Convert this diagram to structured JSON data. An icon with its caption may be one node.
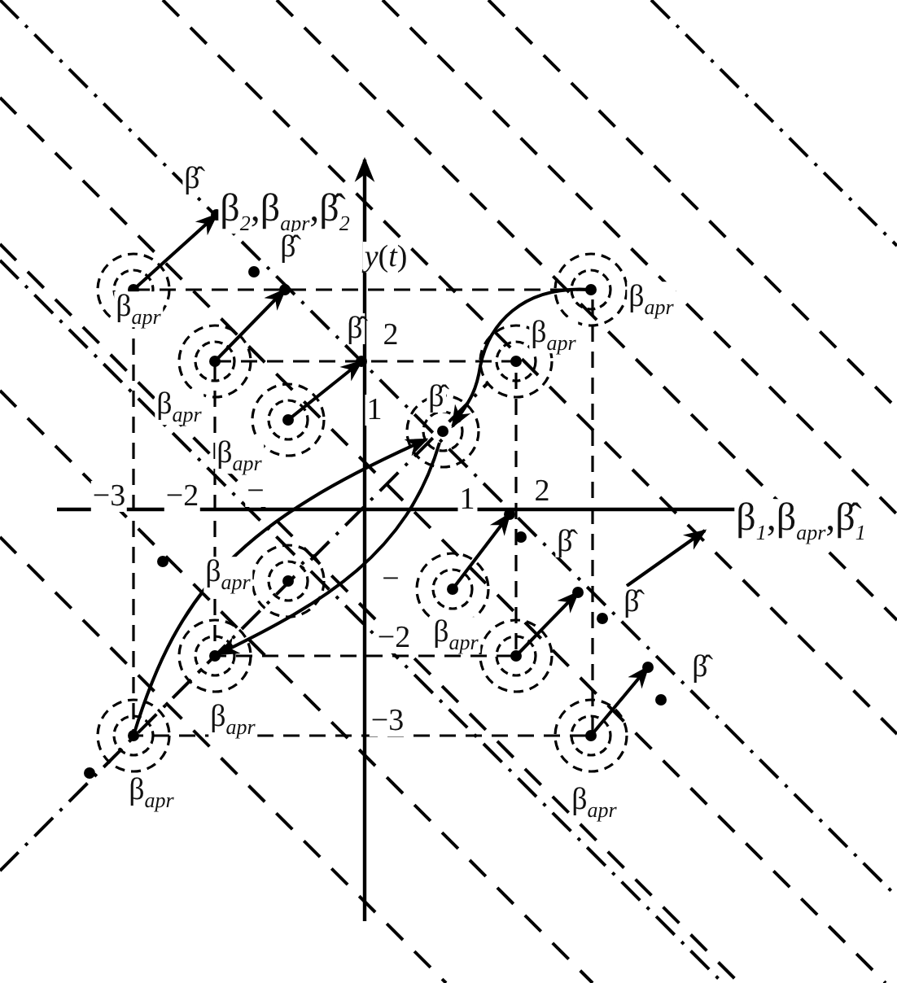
{
  "diagram": {
    "labels": [
      "β$_{2}$,β$_{apr}$,β̂$_{2}$",
      "β̂",
      "*y*(*t*)",
      "β̂",
      "β$_{apr}$",
      "β$_{apr}$",
      "β̂",
      "2",
      "β$_{apr}$",
      "1",
      "β̂",
      "β$_{apr}$",
      "β$_{apr}$",
      "−3",
      "−2",
      "−",
      "1",
      "2",
      "β$_{1}$,β$_{apr}$,β̂$_{1}$",
      "β̂",
      "β$_{apr}$",
      "−",
      "β̂",
      "−2",
      "β$_{apr}$",
      "β̂",
      "β$_{apr}$",
      "−3",
      "β$_{apr}$",
      "β$_{apr}$"
    ]
  }
}
